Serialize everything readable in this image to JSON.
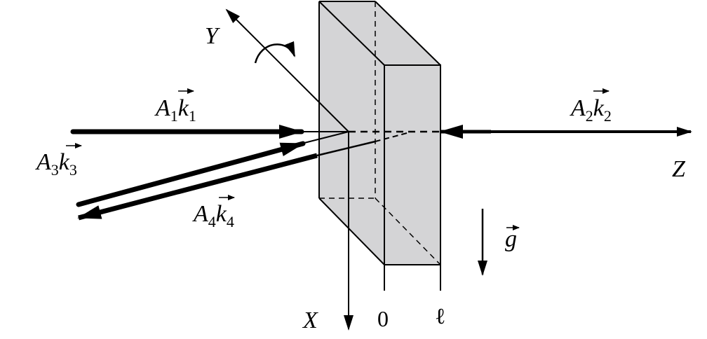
{
  "labels": {
    "y_axis": "Y",
    "x_axis": "X",
    "z_axis": "Z",
    "zero": "0",
    "ell": "ℓ",
    "gravity": "g",
    "wave1": {
      "amp": "A",
      "idx": "1",
      "k": "k"
    },
    "wave2": {
      "amp": "A",
      "idx": "2",
      "k": "k"
    },
    "wave3": {
      "amp": "A",
      "idx": "3",
      "k": "k"
    },
    "wave4": {
      "amp": "A",
      "idx": "4",
      "k": "k"
    }
  },
  "colors": {
    "slab": "#d4d4d6",
    "ink": "#000000"
  }
}
